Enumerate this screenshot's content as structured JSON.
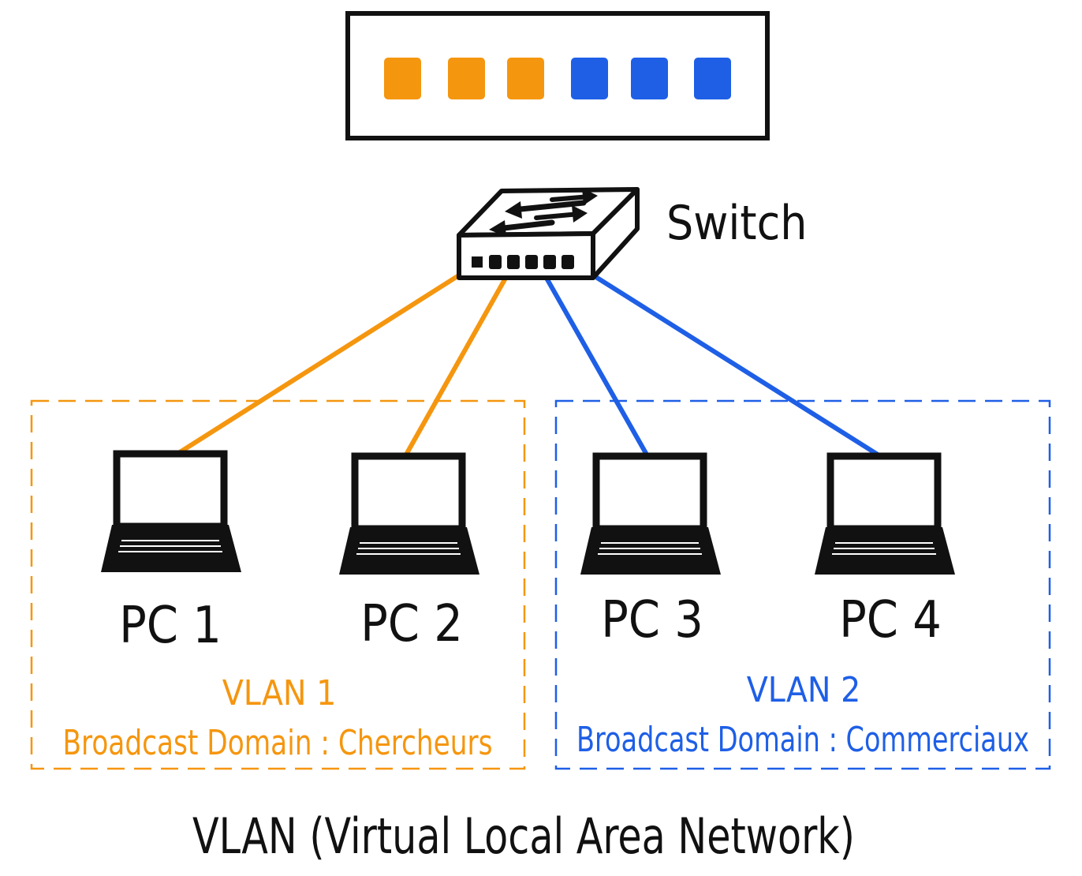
{
  "colors": {
    "vlan1": "#f5960f",
    "vlan2": "#1e5fe6",
    "ink": "#111111"
  },
  "port_panel": {
    "ports": [
      "vlan1",
      "vlan1",
      "vlan1",
      "vlan2",
      "vlan2",
      "vlan2"
    ]
  },
  "switch": {
    "label": "Switch",
    "icon": "network-switch-icon"
  },
  "pcs": [
    {
      "label": "PC 1",
      "vlan": "vlan1",
      "icon": "laptop-icon"
    },
    {
      "label": "PC 2",
      "vlan": "vlan1",
      "icon": "laptop-icon"
    },
    {
      "label": "PC 3",
      "vlan": "vlan2",
      "icon": "laptop-icon"
    },
    {
      "label": "PC 4",
      "vlan": "vlan2",
      "icon": "laptop-icon"
    }
  ],
  "vlans": [
    {
      "id": "vlan1",
      "label": "VLAN 1",
      "domain": "Broadcast Domain : Chercheurs"
    },
    {
      "id": "vlan2",
      "label": "VLAN 2",
      "domain": "Broadcast Domain : Commerciaux"
    }
  ],
  "caption": "VLAN (Virtual Local Area Network)"
}
